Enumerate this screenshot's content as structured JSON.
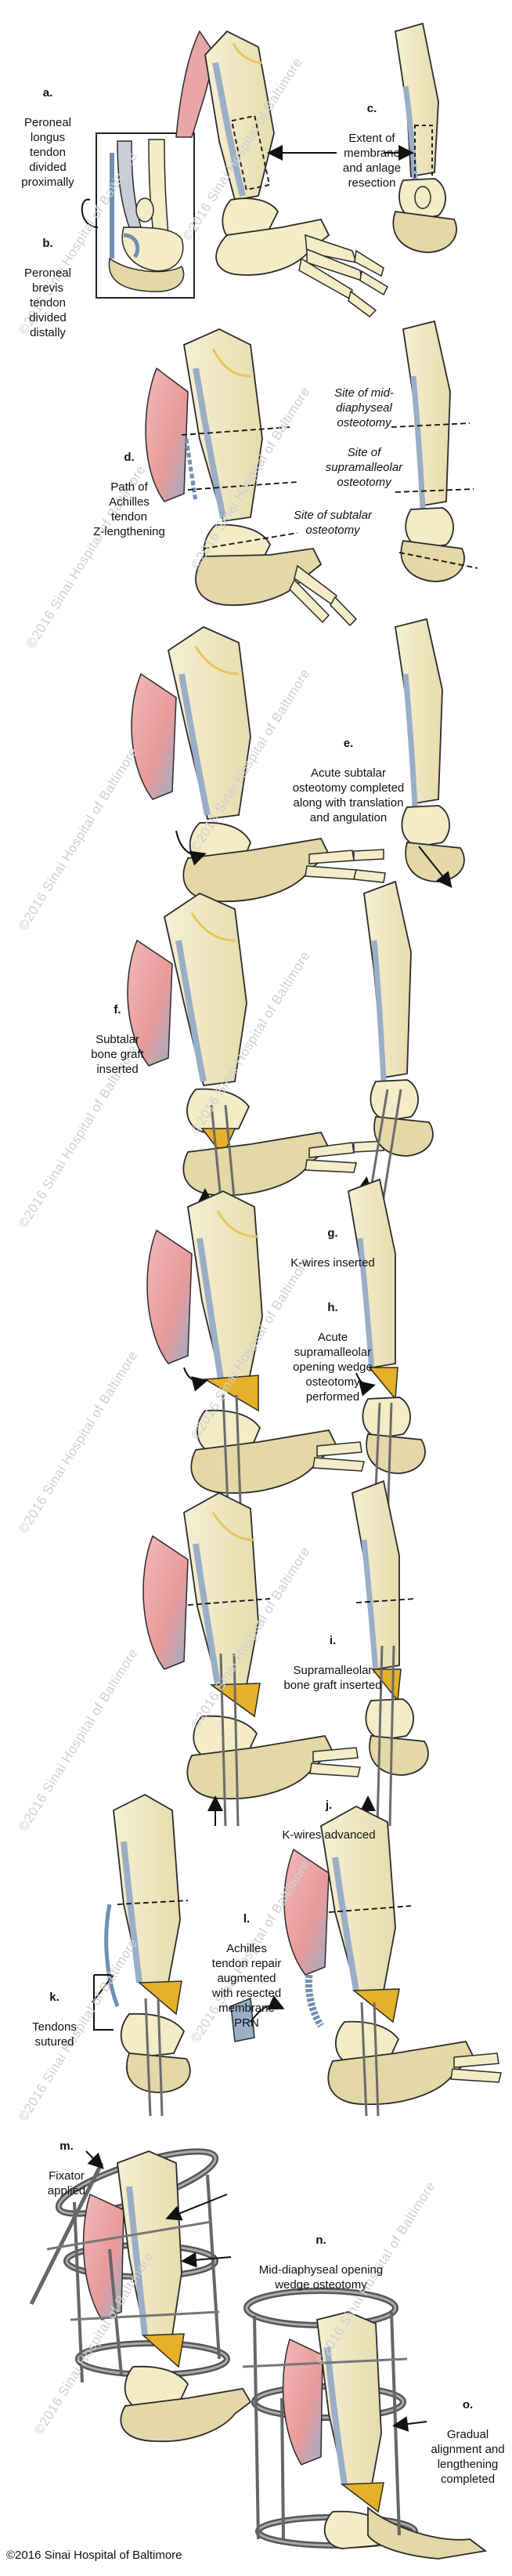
{
  "watermark": "©2016 Sinai Hospital of Baltimore",
  "copyright": "©2016 Sinai Hospital of Baltimore",
  "labels": {
    "a": {
      "letter": "a.",
      "text": "Peroneal\nlongus\ntendon\ndivided\nproximally"
    },
    "b": {
      "letter": "b.",
      "text": "Peroneal\nbrevis\ntendon\ndivided\ndistally"
    },
    "c": {
      "letter": "c.",
      "text": "Extent of\nmembrane\nand anlage\nresection"
    },
    "d": {
      "letter": "d.",
      "text": "Path of\nAchilles\ntendon\nZ-lengthening"
    },
    "site_mid": "Site of mid-\ndiaphyseal\nosteotomy",
    "site_supra": "Site of\nsupramalleolar\nosteotomy",
    "site_subtalar": "Site of subtalar\nosteotomy",
    "e": {
      "letter": "e.",
      "text": "Acute subtalar\nosteotomy completed\nalong with translation\nand angulation"
    },
    "f": {
      "letter": "f.",
      "text": "Subtalar\nbone graft\ninserted"
    },
    "g": {
      "letter": "g.",
      "text": "K-wires inserted"
    },
    "h": {
      "letter": "h.",
      "text": "Acute\nsupramalleolar\nopening wedge\nosteotomy\nperformed"
    },
    "i": {
      "letter": "i.",
      "text": "Supramalleolar\nbone graft inserted"
    },
    "j": {
      "letter": "j.",
      "text": "K-wires advanced"
    },
    "k": {
      "letter": "k.",
      "text": "Tendons\nsutured"
    },
    "l": {
      "letter": "l.",
      "text": "Achilles\ntendon repair\naugmented\nwith resected\nmembrane\nPRN"
    },
    "m": {
      "letter": "m.",
      "text": "Fixator\napplied"
    },
    "n": {
      "letter": "n.",
      "text": "Mid-diaphyseal opening\nwedge osteotomy"
    },
    "o": {
      "letter": "o.",
      "text": "Gradual\nalignment and\nlengthening\ncompleted"
    }
  },
  "colors": {
    "bone": "#f3ecc6",
    "bone_shade": "#e3d8a6",
    "outline": "#2b2b2b",
    "cartilage": "#c9ced6",
    "membrane": "#9aaec8",
    "tendon_blue": "#6f8fb3",
    "muscle": "#e8a6a6",
    "nerve": "#e6c65a",
    "graft": "#e5b128",
    "wire": "#6b6b6b"
  }
}
